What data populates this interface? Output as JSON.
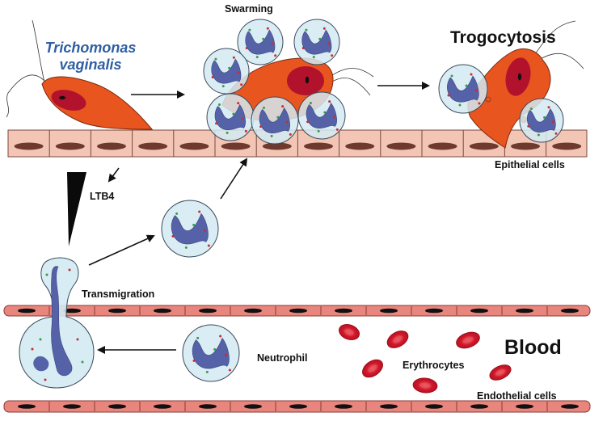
{
  "labels": {
    "species_line1": "Trichomonas",
    "species_line2": "vaginalis",
    "swarming": "Swarming",
    "trogocytosis": "Trogocytosis",
    "epithelial_cells": "Epithelial cells",
    "ltb4": "LTB4",
    "transmigration": "Transmigration",
    "neutrophil": "Neutrophil",
    "erythrocytes": "Erythrocytes",
    "blood": "Blood",
    "endothelial_cells": "Endothelial cells"
  },
  "colors": {
    "parasite_body": "#e8551f",
    "parasite_nucleus": "#b3122c",
    "neutrophil_fill": "#d3eaf2",
    "neutrophil_nucleus": "#5562a8",
    "epithelium": "#f2c5b5",
    "epithelium_nucleus": "#6e3a2e",
    "endothelium": "#e8857d",
    "erythrocyte": "#d0182a",
    "species_text": "#2e5fa3"
  }
}
